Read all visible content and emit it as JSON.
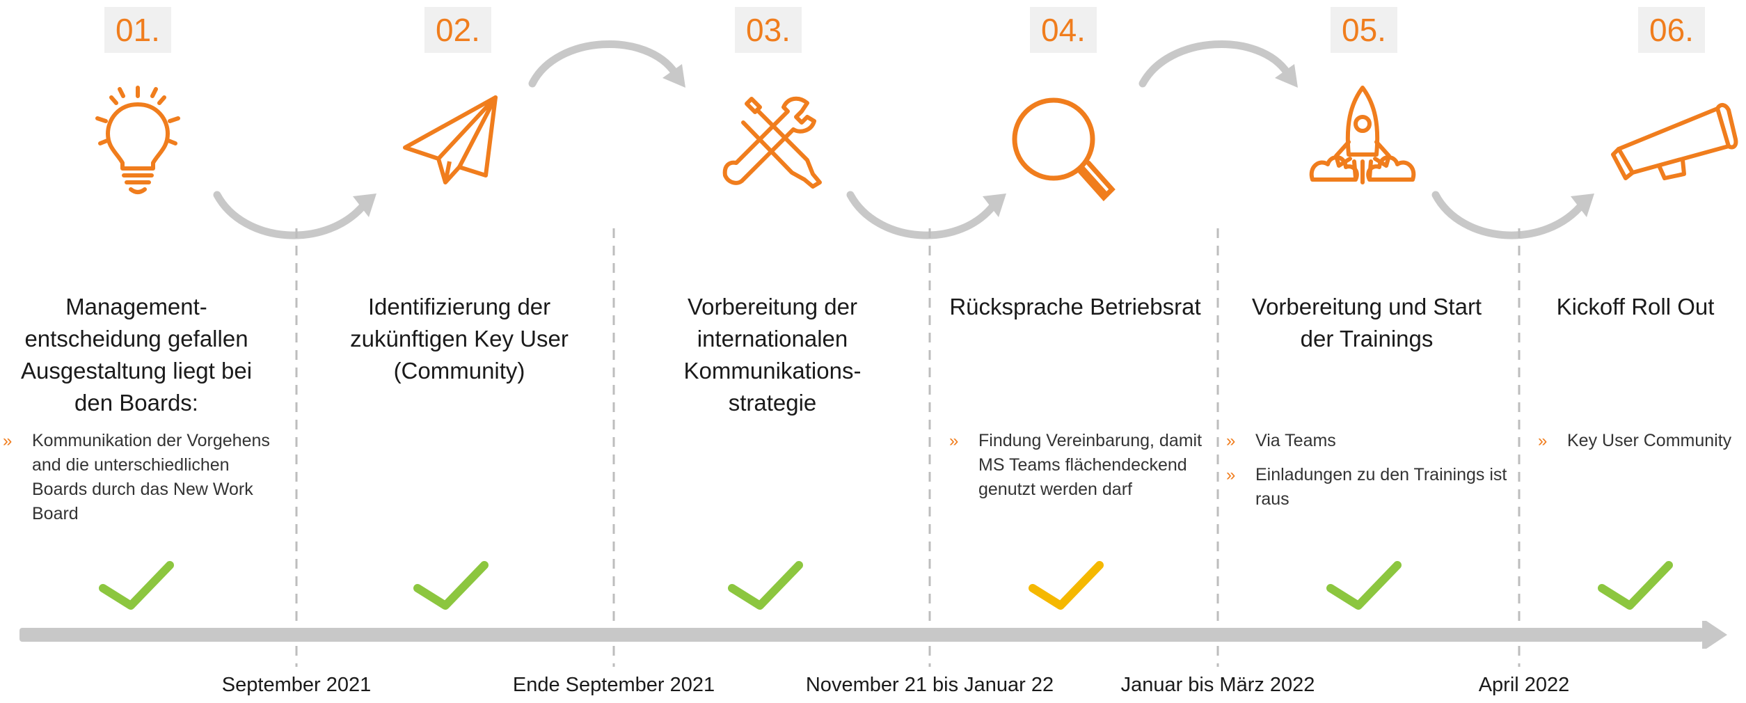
{
  "steps": [
    {
      "number": "01.",
      "icon": "lightbulb-icon",
      "title": [
        "Management-",
        "entscheidung gefallen",
        "Ausgestaltung liegt bei",
        "den Boards:"
      ],
      "bullets": [
        "Kommunikation der Vorgehens and die unterschiedlichen Boards durch das New Work Board"
      ],
      "status": "done"
    },
    {
      "number": "02.",
      "icon": "paper-plane-icon",
      "title": [
        "Identifizierung der",
        "zukünftigen Key User",
        "(Community)"
      ],
      "bullets": [],
      "status": "done"
    },
    {
      "number": "03.",
      "icon": "tools-icon",
      "title": [
        "Vorbereitung der",
        "internationalen",
        "Kommunikations-",
        "strategie"
      ],
      "bullets": [],
      "status": "done"
    },
    {
      "number": "04.",
      "icon": "magnifier-icon",
      "title": [
        "Rücksprache Betriebsrat"
      ],
      "bullets": [
        "Findung Vereinbarung, damit MS Teams flächendeckend genutzt werden darf"
      ],
      "status": "in-progress"
    },
    {
      "number": "05.",
      "icon": "rocket-icon",
      "title": [
        "Vorbereitung und Start",
        "der Trainings"
      ],
      "bullets": [
        "Via Teams",
        "Einladungen zu den Trainings ist raus"
      ],
      "status": "done"
    },
    {
      "number": "06.",
      "icon": "megaphone-icon",
      "title": [
        "Kickoff Roll Out"
      ],
      "bullets": [
        "Key User Community"
      ],
      "status": "done"
    }
  ],
  "dates": [
    "September 2021",
    "Ende September 2021",
    "November 21 bis Januar 22",
    "Januar bis März 2022",
    "April  2022"
  ],
  "bullet_marker": "»",
  "colors": {
    "accent": "#f07d1d",
    "check_done": "#8cc63f",
    "check_progress": "#f5b800",
    "arc": "#c8c8c8",
    "timeline": "#c8c8c8",
    "badge_bg": "#f0f0f0"
  }
}
